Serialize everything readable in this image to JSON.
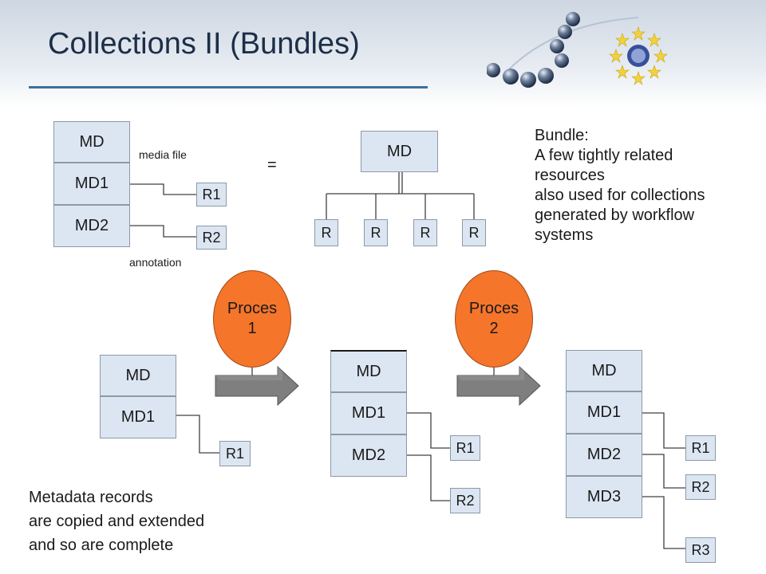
{
  "title": "Collections II (Bundles)",
  "top_left": {
    "md": "MD",
    "md1": "MD1",
    "md2": "MD2",
    "r1": "R1",
    "r2": "R2",
    "media_file": "media file",
    "annotation": "annotation"
  },
  "equals": "=",
  "top_right": {
    "md": "MD",
    "r_items": [
      "R",
      "R",
      "R",
      "R"
    ]
  },
  "bundle_text": [
    "Bundle:",
    "A few tightly related",
    "resources",
    "also used for collections",
    "generated by workflow",
    "systems"
  ],
  "process1": {
    "line1": "Proces",
    "line2": "1"
  },
  "process2": {
    "line1": "Proces",
    "line2": "2"
  },
  "stage1": {
    "md": "MD",
    "md1": "MD1",
    "r1": "R1"
  },
  "stage2": {
    "md": "MD",
    "md1": "MD1",
    "md2": "MD2",
    "r1": "R1",
    "r2": "R2"
  },
  "stage3": {
    "md": "MD",
    "md1": "MD1",
    "md2": "MD2",
    "md3": "MD3",
    "r1": "R1",
    "r2": "R2",
    "r3": "R3"
  },
  "metadata_text": [
    "Metadata records",
    "are copied and extended",
    "and so are complete"
  ],
  "colors": {
    "box_fill": "#dce6f2",
    "process_fill": "#f5752b",
    "arrow_fill": "#7f7f7f",
    "title_rule": "#3e6f9e"
  },
  "icons": {
    "logo": "european-research-infrastructure-logo",
    "arrows": "block-arrow-right-icon"
  }
}
